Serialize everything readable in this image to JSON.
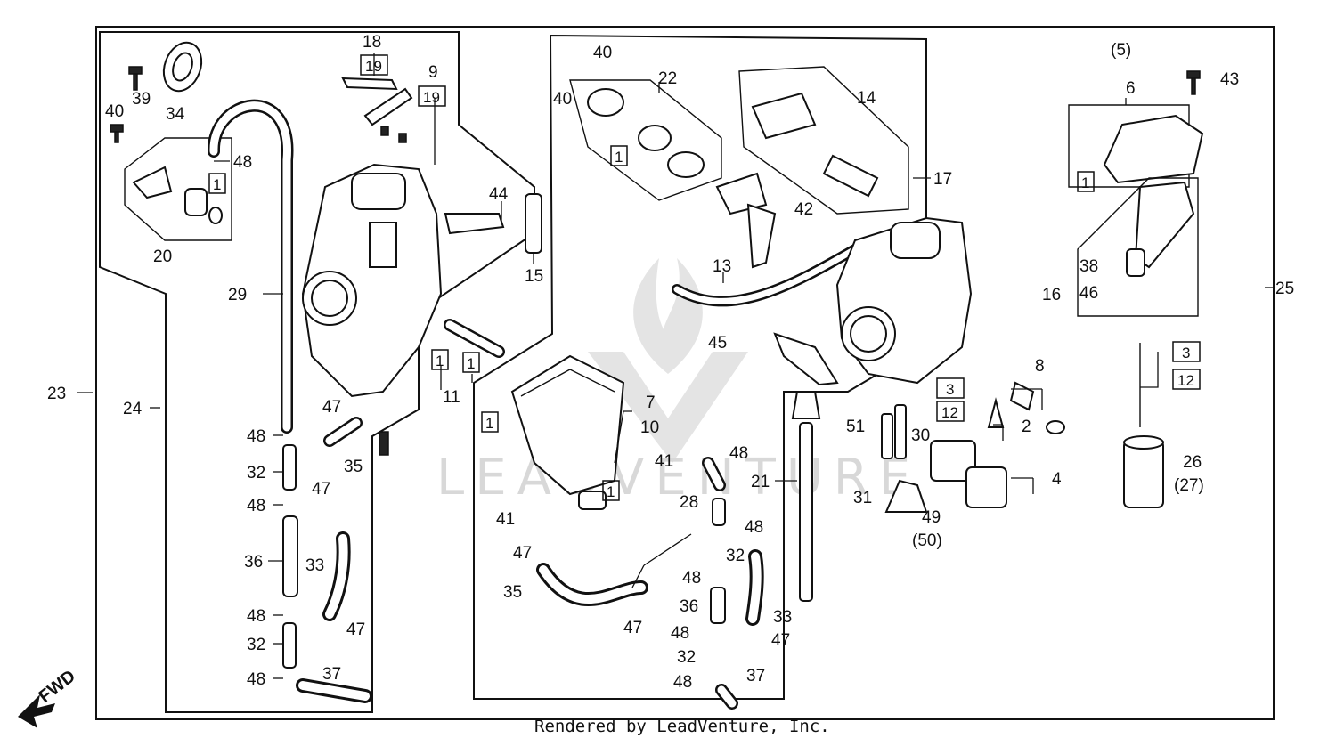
{
  "watermark": {
    "text": "LEADVENTURE"
  },
  "credit": {
    "text": "Rendered by LeadVenture, Inc."
  },
  "fwd_label": "FWD",
  "callouts": [
    {
      "text": "23"
    },
    {
      "text": "24"
    },
    {
      "text": "39"
    },
    {
      "text": "34"
    },
    {
      "text": "40"
    },
    {
      "text": "48"
    },
    {
      "text": "20"
    },
    {
      "text": "29"
    },
    {
      "text": "18"
    },
    {
      "text": "9"
    },
    {
      "text": "44"
    },
    {
      "text": "15"
    },
    {
      "text": "11"
    },
    {
      "text": "47"
    },
    {
      "text": "48"
    },
    {
      "text": "32"
    },
    {
      "text": "47"
    },
    {
      "text": "35"
    },
    {
      "text": "48"
    },
    {
      "text": "36"
    },
    {
      "text": "33"
    },
    {
      "text": "48"
    },
    {
      "text": "47"
    },
    {
      "text": "32"
    },
    {
      "text": "48"
    },
    {
      "text": "37"
    },
    {
      "text": "40"
    },
    {
      "text": "40"
    },
    {
      "text": "22"
    },
    {
      "text": "7"
    },
    {
      "text": "10"
    },
    {
      "text": "41"
    },
    {
      "text": "41"
    },
    {
      "text": "14"
    },
    {
      "text": "17"
    },
    {
      "text": "42"
    },
    {
      "text": "13"
    },
    {
      "text": "45"
    },
    {
      "text": "48"
    },
    {
      "text": "28"
    },
    {
      "text": "48"
    },
    {
      "text": "47"
    },
    {
      "text": "32"
    },
    {
      "text": "35"
    },
    {
      "text": "48"
    },
    {
      "text": "47"
    },
    {
      "text": "36"
    },
    {
      "text": "33"
    },
    {
      "text": "48"
    },
    {
      "text": "47"
    },
    {
      "text": "32"
    },
    {
      "text": "48"
    },
    {
      "text": "37"
    },
    {
      "text": "21"
    },
    {
      "text": "8"
    },
    {
      "text": "2"
    },
    {
      "text": "51"
    },
    {
      "text": "30"
    },
    {
      "text": "4"
    },
    {
      "text": "31"
    },
    {
      "text": "49"
    },
    {
      "text": "(50)"
    },
    {
      "text": "(5)"
    },
    {
      "text": "6"
    },
    {
      "text": "43"
    },
    {
      "text": "38"
    },
    {
      "text": "16"
    },
    {
      "text": "46"
    },
    {
      "text": "25"
    },
    {
      "text": "26"
    },
    {
      "text": "(27)"
    }
  ],
  "boxed_refs": [
    {
      "text": "19"
    },
    {
      "text": "19"
    },
    {
      "text": "1"
    },
    {
      "text": "1"
    },
    {
      "text": "1"
    },
    {
      "text": "1"
    },
    {
      "text": "1"
    },
    {
      "text": "1"
    },
    {
      "text": "3"
    },
    {
      "text": "12"
    },
    {
      "text": "1"
    },
    {
      "text": "3"
    },
    {
      "text": "12"
    }
  ]
}
